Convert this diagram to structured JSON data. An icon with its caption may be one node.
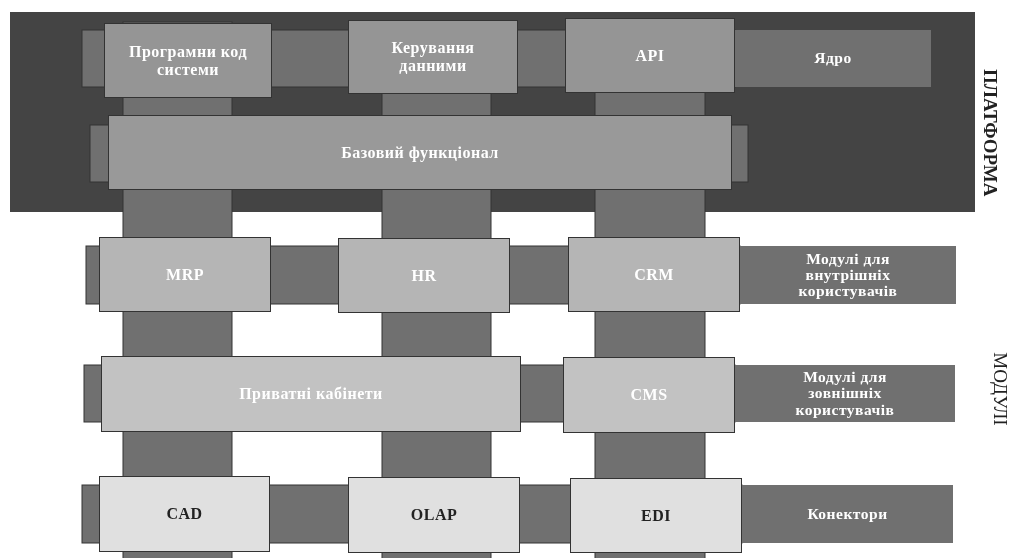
{
  "diagram": {
    "nodes": [
      {
        "text": [
          "ПЛАТФОРМА"
        ]
      },
      {
        "text": [
          "Програмни код системи"
        ],
        "in": 0
      },
      {
        "text": [
          "Керування данними"
        ],
        "in": 0
      },
      {
        "text": [
          "API"
        ],
        "in": 0
      },
      {
        "text": [
          "Ядро"
        ],
        "in": 0
      },
      {
        "text": [
          "Базовий функціонал"
        ],
        "in": 0
      },
      {
        "text": [
          "MRP"
        ]
      },
      {
        "text": [
          "HR"
        ]
      },
      {
        "text": [
          "CRM"
        ]
      },
      {
        "text": [
          "Модулі для внутрішніх користувачів"
        ]
      },
      {
        "text": [
          "Приватні кабінети"
        ]
      },
      {
        "text": [
          "CMS"
        ]
      },
      {
        "text": [
          "Модулі для зовнішніх користувачів"
        ]
      },
      {
        "text": [
          "CAD"
        ]
      },
      {
        "text": [
          "OLAP"
        ]
      },
      {
        "text": [
          "EDI"
        ]
      },
      {
        "text": [
          "Конектори"
        ]
      }
    ],
    "labels": [
      "МОДУЛІ"
    ]
  }
}
